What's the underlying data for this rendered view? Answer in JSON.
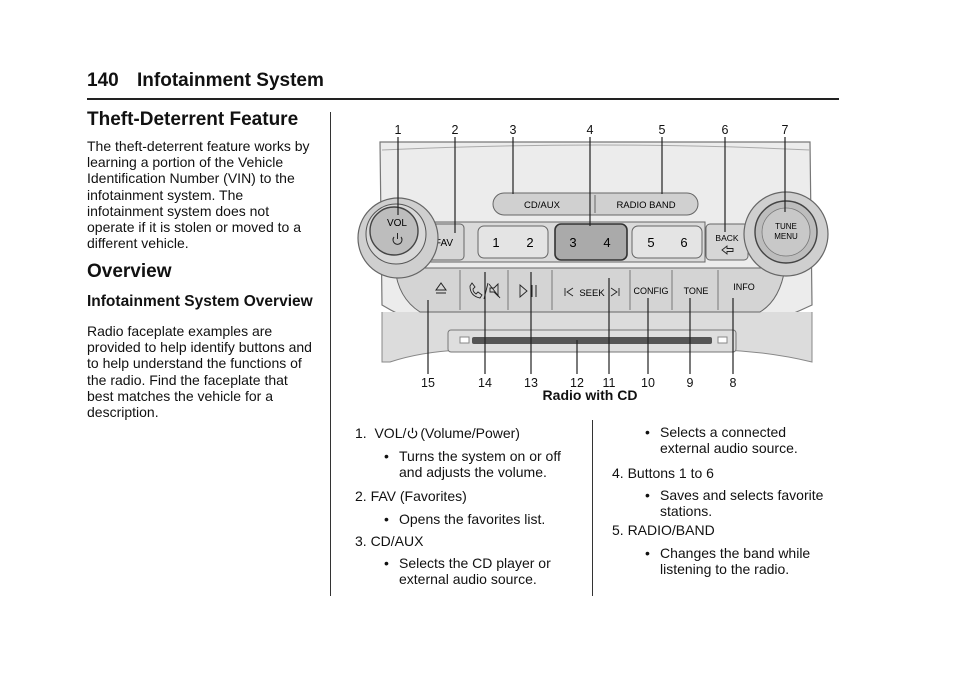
{
  "header": {
    "page_number": "140",
    "title": "Infotainment System"
  },
  "left": {
    "theft_heading": "Theft-Deterrent Feature",
    "theft_lines": [
      "The theft-deterrent feature works by",
      "learning a portion of the Vehicle",
      "Identification Number (VIN) to the",
      "infotainment system. The",
      "infotainment system does not",
      "operate if it is stolen or moved to a",
      "different vehicle."
    ],
    "overview_heading": "Overview",
    "overview_sub": "Infotainment System Overview",
    "overview_lines": [
      "Radio faceplate examples are",
      "provided to help identify buttons and",
      "to help understand the functions of",
      "the radio. Find the faceplate that",
      "best matches the vehicle for a",
      "description."
    ]
  },
  "figure": {
    "caption": "Radio with CD",
    "callouts_top": [
      "1",
      "2",
      "3",
      "4",
      "5",
      "6",
      "7"
    ],
    "callouts_bottom": [
      "15",
      "14",
      "13",
      "12",
      "11",
      "10",
      "9",
      "8"
    ],
    "labels": {
      "vol": "VOL",
      "fav": "FAV",
      "cd_aux": "CD/AUX",
      "radio_band": "RADIO BAND",
      "p1": "1",
      "p2": "2",
      "p3": "3",
      "p4": "4",
      "p5": "5",
      "p6": "6",
      "back": "BACK",
      "tune": "TUNE",
      "menu": "MENU",
      "seek": "SEEK",
      "config": "CONFIG",
      "tone": "TONE",
      "info": "INFO"
    }
  },
  "list_col1": {
    "i1_num": "1.",
    "i1_text_pre": "VOL/",
    "i1_text_post": "(Volume/Power)",
    "i1_b1_l1": "Turns the system on or off",
    "i1_b1_l2": "and adjusts the volume.",
    "i2": "2.  FAV (Favorites)",
    "i2_b1": "Opens the favorites list.",
    "i3": "3.  CD/AUX",
    "i3_b1_l1": "Selects the CD player or",
    "i3_b1_l2": "external audio source."
  },
  "list_col2": {
    "c_b1_l1": "Selects a connected",
    "c_b1_l2": "external audio source.",
    "i4": "4.  Buttons 1 to 6",
    "i4_b1_l1": "Saves and selects favorite",
    "i4_b1_l2": "stations.",
    "i5": "5.  RADIO/BAND",
    "i5_b1_l1": "Changes the band while",
    "i5_b1_l2": "listening to the radio."
  },
  "bullet_char": "•"
}
